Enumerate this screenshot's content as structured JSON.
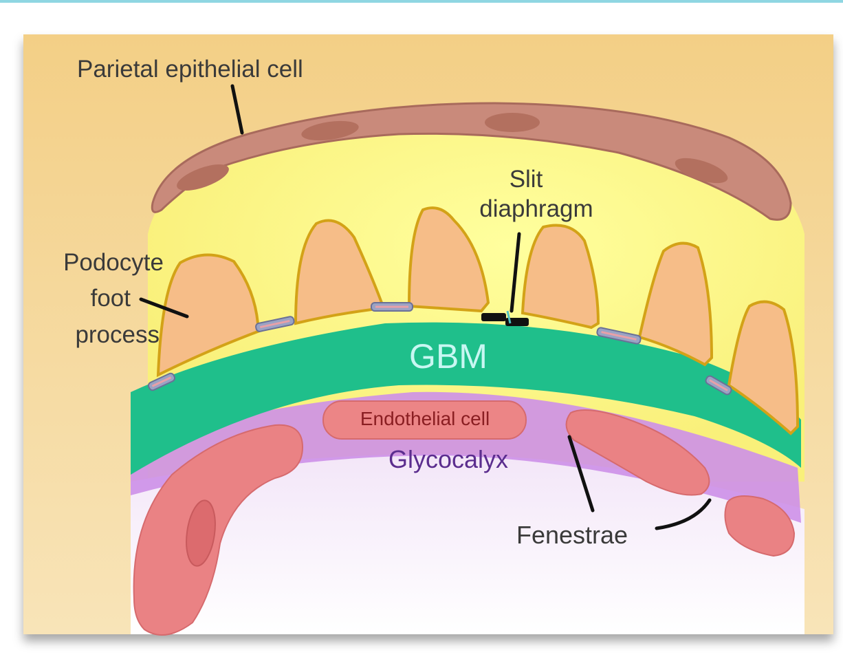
{
  "labels": {
    "parietal_epithelial_cell": "Parietal epithelial cell",
    "slit_diaphragm_line1": "Slit",
    "slit_diaphragm_line2": "diaphragm",
    "podocyte_line1": "Podocyte",
    "podocyte_line2": "foot",
    "podocyte_line3": "process",
    "gbm": "GBM",
    "endothelial_cell": "Endothelial cell",
    "glycocalyx": "Glycocalyx",
    "fenestrae": "Fenestrae"
  },
  "colors": {
    "background_outer": "#f2d490",
    "urinary_space": "#ffff8a",
    "parietal_cell": "#c8887a",
    "podocyte": "#f7c08a",
    "podocyte_outline": "#d4a418",
    "gbm": "#1ebf8c",
    "gbm_text": "#c8f7f2",
    "glycocalyx": "#c98be8",
    "endothelial": "#ea8283",
    "glycocalyx_text": "#5b2d8e",
    "endothelial_text": "#8a1e22"
  }
}
